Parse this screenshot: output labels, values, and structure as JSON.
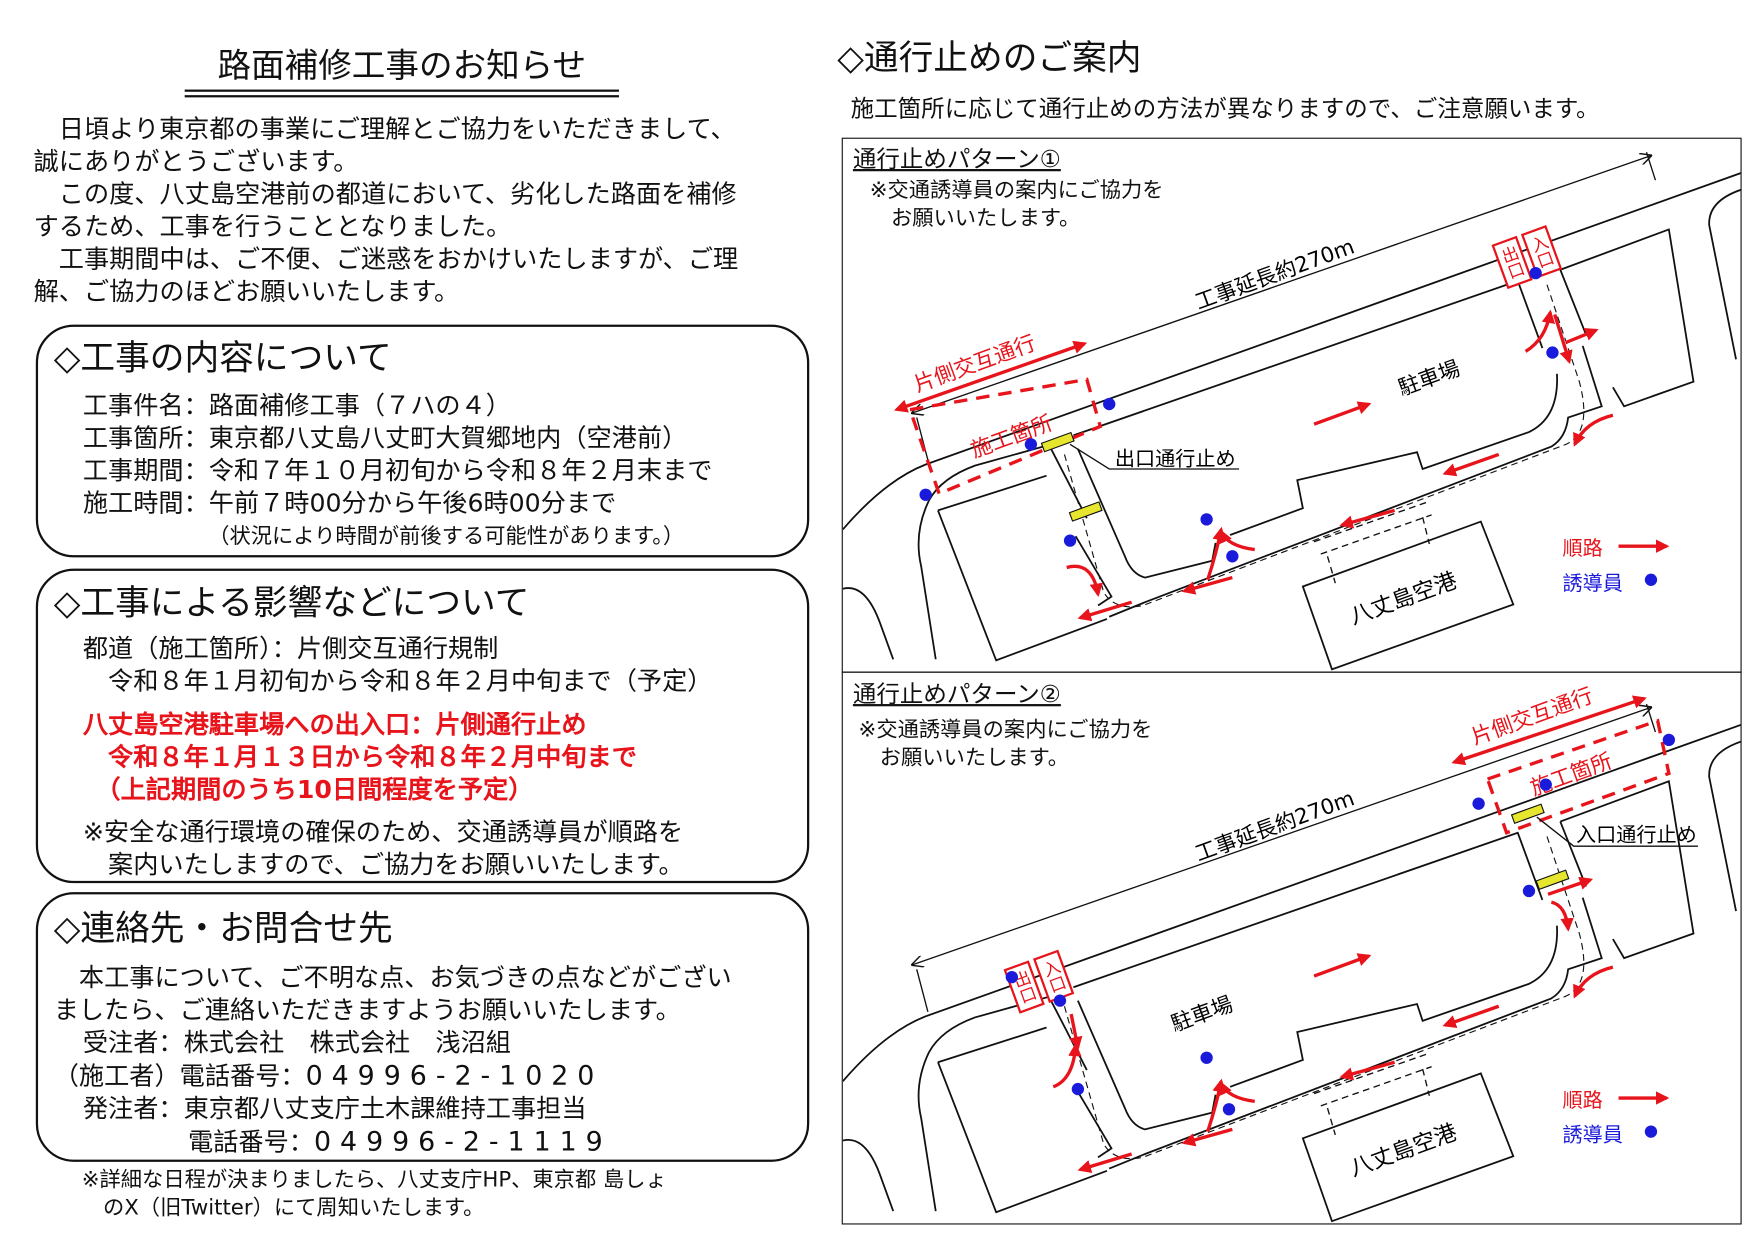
{
  "notice": {
    "title": "路面補修工事のお知らせ",
    "intro": [
      "　日頃より東京都の事業にご理解とご協力をいただきまして、",
      "誠にありがとうございます。",
      "　この度、八丈島空港前の都道において、劣化した路面を補修",
      "するため、工事を行うこととなりました。",
      "　工事期間中は、ご不便、ご迷惑をおかけいたしますが、ご理",
      "解、ご協力のほどお願いいたします。"
    ]
  },
  "content": {
    "heading": "◇工事の内容について",
    "lines": [
      "工事件名：路面補修工事（７ハの４）",
      "工事箇所：東京都八丈島八丈町大賀郷地内（空港前）",
      "工事期間：令和７年１０月初旬から令和８年２月末まで",
      "施工時間：午前７時00分から午後6時00分まで"
    ],
    "note": "（状況により時間が前後する可能性があります。）"
  },
  "impact": {
    "heading": "◇工事による影響などについて",
    "lines": [
      "都道（施工箇所）：片側交互通行規制",
      "　令和８年１月初旬から令和８年２月中旬まで（予定）"
    ],
    "red_lines": [
      "八丈島空港駐車場への出入口：片側通行止め",
      "　令和８年１月１３日から令和８年２月中旬まで",
      "　（上記期間のうち10日間程度を予定）"
    ],
    "notes": [
      "※安全な通行環境の確保のため、交通誘導員が順路を",
      "　案内いたしますので、ご協力をお願いいたします。"
    ]
  },
  "contact": {
    "heading": "◇連絡先・お問合せ先",
    "lines": [
      "　本工事について、ご不明な点、お気づきの点などがござい",
      "ましたら、ご連絡いただきますようお願いいたします。"
    ],
    "contractor_label": "受注者：",
    "contractor": "株式会社　株式会社　浅沼組",
    "contractor_phone_label": "（施工者）電話番号：",
    "contractor_phone": "04996-2-1020",
    "client_label": "発注者：",
    "client": "東京都八丈支庁土木課維持工事担当",
    "client_phone_label": "電話番号：",
    "client_phone": "04996-2-1119"
  },
  "footnote": [
    "※詳細な日程が決まりましたら、八丈支庁HP、東京都 島しょ",
    "　のX（旧Twitter）にて周知いたします。"
  ],
  "closure": {
    "heading": "◇通行止めのご案内",
    "subtitle": "施工箇所に応じて通行止めの方法が異なりますので、ご注意願います。",
    "common": {
      "length_label": "工事延長約270m",
      "parking": "駐車場",
      "airport": "八丈島空港",
      "alternating": "片側交互通行",
      "work_site": "施工箇所",
      "exit_box": "出口",
      "entry_box": "入口",
      "legend_route": "順路",
      "legend_guide": "誘導員"
    },
    "pattern1": {
      "title": "通行止めパターン①",
      "note": [
        "※交通誘導員の案内にご協力を",
        "　お願いいたします。"
      ],
      "stop_label": "出口通行止め"
    },
    "pattern2": {
      "title": "通行止めパターン②",
      "note": [
        "※交通誘導員の案内にご協力を",
        "　お願いいたします。"
      ],
      "stop_label": "入口通行止め"
    }
  },
  "colors": {
    "red": "#e8141b",
    "blue": "#1a1adb",
    "barrier": "#e6e62e",
    "ink": "#111111"
  }
}
